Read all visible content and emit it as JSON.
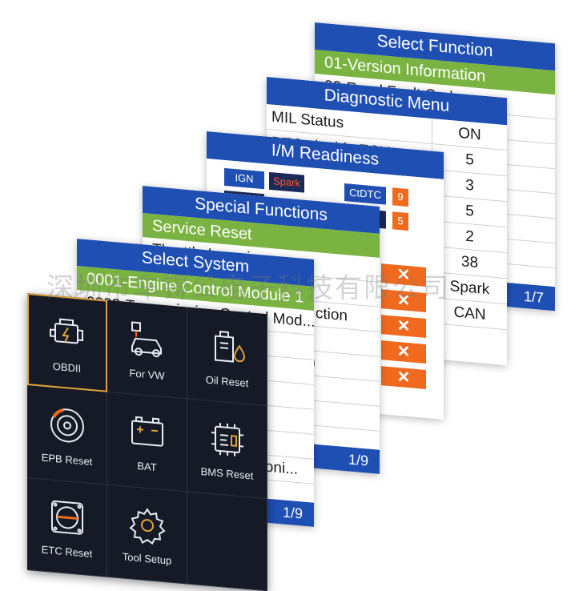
{
  "select_function": {
    "title": "Select Function",
    "items": [
      "01-Version Information",
      "02-Read Fault Codes"
    ],
    "page": "1/7"
  },
  "diagnostic_menu": {
    "title": "Diagnostic Menu",
    "rows": [
      {
        "label": "MIL Status",
        "value": "ON"
      },
      {
        "label": "DTCs in this ECU",
        "value": "5"
      },
      {
        "label": "",
        "value": "3"
      },
      {
        "label": "",
        "value": "5"
      },
      {
        "label": "",
        "value": "2"
      },
      {
        "label": "",
        "value": "38"
      },
      {
        "label": "",
        "value": "Spark"
      },
      {
        "label": "",
        "value": "CAN"
      }
    ]
  },
  "im_readiness": {
    "title": "I/M Readiness",
    "ign_label": "IGN",
    "ign_value": "Spark",
    "ctdtc_label": "CtDTC",
    "ctdtc_value": "9",
    "second_value": "5",
    "fail_marks": [
      "✕",
      "✕",
      "✕",
      "✕",
      "✕"
    ]
  },
  "special_functions": {
    "title": "Special Functions",
    "items": [
      "Service Reset",
      "Throttle Learning"
    ],
    "partial_item": "ction",
    "partial_item2": ")",
    "page": "1/9"
  },
  "select_system": {
    "title": "Select System",
    "items": [
      "0001-Engine Control Module 1",
      "0002-Transmission Control Mod..."
    ],
    "partial_item": "...roni...",
    "page": "1/9"
  },
  "main_menu": {
    "tiles": [
      {
        "label": "OBDII",
        "icon": "engine-icon",
        "selected": true
      },
      {
        "label": "For VW",
        "icon": "car-icon",
        "selected": false
      },
      {
        "label": "Oil Reset",
        "icon": "oil-can-icon",
        "selected": false
      },
      {
        "label": "EPB Reset",
        "icon": "brake-disc-icon",
        "selected": false
      },
      {
        "label": "BAT",
        "icon": "battery-icon",
        "selected": false
      },
      {
        "label": "BMS Reset",
        "icon": "bms-chip-icon",
        "selected": false
      },
      {
        "label": "ETC Reset",
        "icon": "throttle-icon",
        "selected": false
      },
      {
        "label": "Tool Setup",
        "icon": "gear-icon",
        "selected": false
      },
      {
        "label": "",
        "icon": "",
        "selected": false
      }
    ]
  },
  "watermark": "深圳市车锝公电子科技有限公司",
  "colors": {
    "header_blue": "#1f4fb3",
    "highlight_green": "#7bb342",
    "fail_orange": "#ef6a1f",
    "menu_bg": "#151a26",
    "selection": "#e0a33a"
  }
}
